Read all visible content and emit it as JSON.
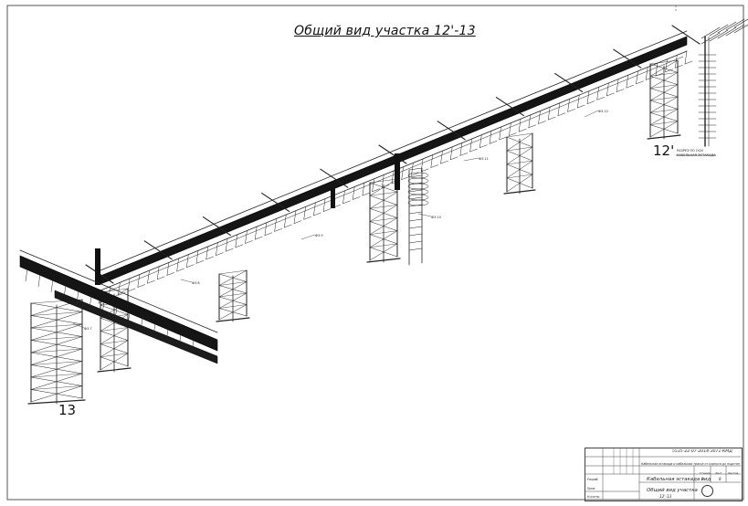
{
  "drawing": {
    "title": "Общий вид участка 12'-13",
    "support_start_label": "12'",
    "support_end_label": "13",
    "callouts": [
      "Ф3.12",
      "Ф3.11",
      "Ф3.10",
      "Ф3.9",
      "Ф3.8",
      "Ф3.7"
    ],
    "side_note_line1": "РАЗРЕЗ ПО ОСИ",
    "side_note_line2": "КАБЕЛЬНАЯ ЭСТАКАДА"
  },
  "title_block": {
    "doc_code": "5535-22-07-2014-3071-КМД",
    "project_text": "Кабельная эстакада и кабельная трасса от корпуса до подстанции",
    "sheet_name": "Кабельная эстакада вид",
    "view_name": "Общий вид участка",
    "view_subtitle": "12'-13",
    "col_stage": "Стадия",
    "col_sheet": "Лист",
    "col_sheets": "Листов",
    "stage_value": "Р",
    "sheet_value": "8",
    "rows": [
      "Разраб.",
      "Пров.",
      "Н.контр."
    ]
  }
}
